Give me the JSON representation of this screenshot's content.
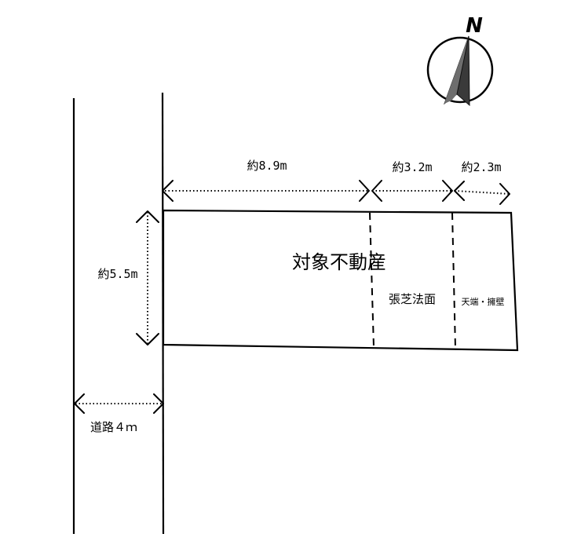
{
  "compass": {
    "north_label": "N"
  },
  "dimensions": {
    "width_main": "約8.9m",
    "width_slope": "約3.2m",
    "width_top": "約2.3m",
    "depth": "約5.5m",
    "road": "道路４ｍ"
  },
  "areas": {
    "property": "対象不動産",
    "slope": "張芝法面",
    "top": "天端・擁壁"
  },
  "colors": {
    "line": "#000000",
    "background": "#ffffff"
  }
}
